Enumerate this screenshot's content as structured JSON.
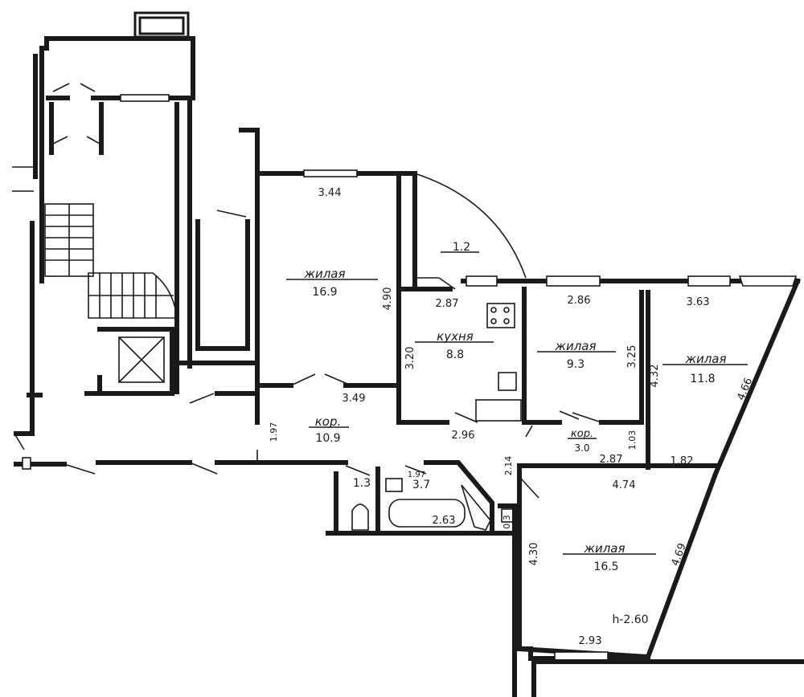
{
  "rooms": [
    {
      "name": "жилая",
      "area": "16.9"
    },
    {
      "name": "кухня",
      "area": "8.8"
    },
    {
      "name": "жилая",
      "area": "9.3"
    },
    {
      "name": "жилая",
      "area": "11.8"
    },
    {
      "name": "кор.",
      "area": "10.9"
    },
    {
      "name": "кор.",
      "area": "3.0"
    },
    {
      "name": "жилая",
      "area": "16.5"
    }
  ],
  "small_areas": {
    "balcony": "1.2",
    "wc": "1.3",
    "bath": "3.7",
    "closet": "0.3"
  },
  "dimensions": {
    "d344": "3.44",
    "d490": "4.90",
    "d349": "3.49",
    "d287a": "2.87",
    "d320": "3.20",
    "d296": "2.96",
    "d286": "2.86",
    "d325": "3.25",
    "d363": "3.63",
    "d432": "4.32",
    "d466": "4.66",
    "d197a": "1.97",
    "d197b": "1.97",
    "d103": "1.03",
    "d287b": "2.87",
    "d182": "1.82",
    "d214": "2.14",
    "d474": "4.74",
    "d263": "2.63",
    "d430": "4.30",
    "d469": "4.69",
    "d293": "2.93"
  },
  "ceiling_height": "h-2.60"
}
